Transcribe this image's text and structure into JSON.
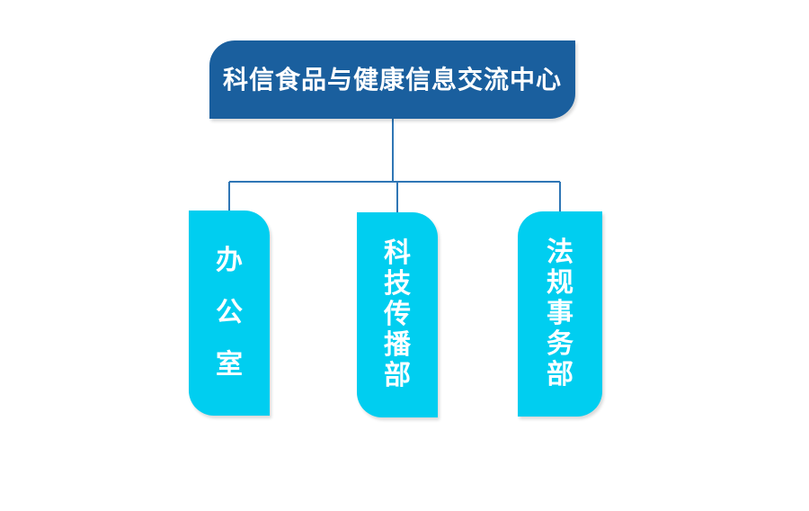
{
  "diagram": {
    "type": "org-chart",
    "root": {
      "label": "科信食品与健康信息交流中心"
    },
    "departments": [
      {
        "id": "office",
        "label": "办公室"
      },
      {
        "id": "tech-communication",
        "label": "科技传播部"
      },
      {
        "id": "regulatory-affairs",
        "label": "法规事务部"
      }
    ],
    "colors": {
      "root_fill": "#1a5f9e",
      "department_fill": "#00cef0",
      "connector": "#2f76b5",
      "label_text": "#ffffff",
      "background": "#ffffff"
    }
  }
}
